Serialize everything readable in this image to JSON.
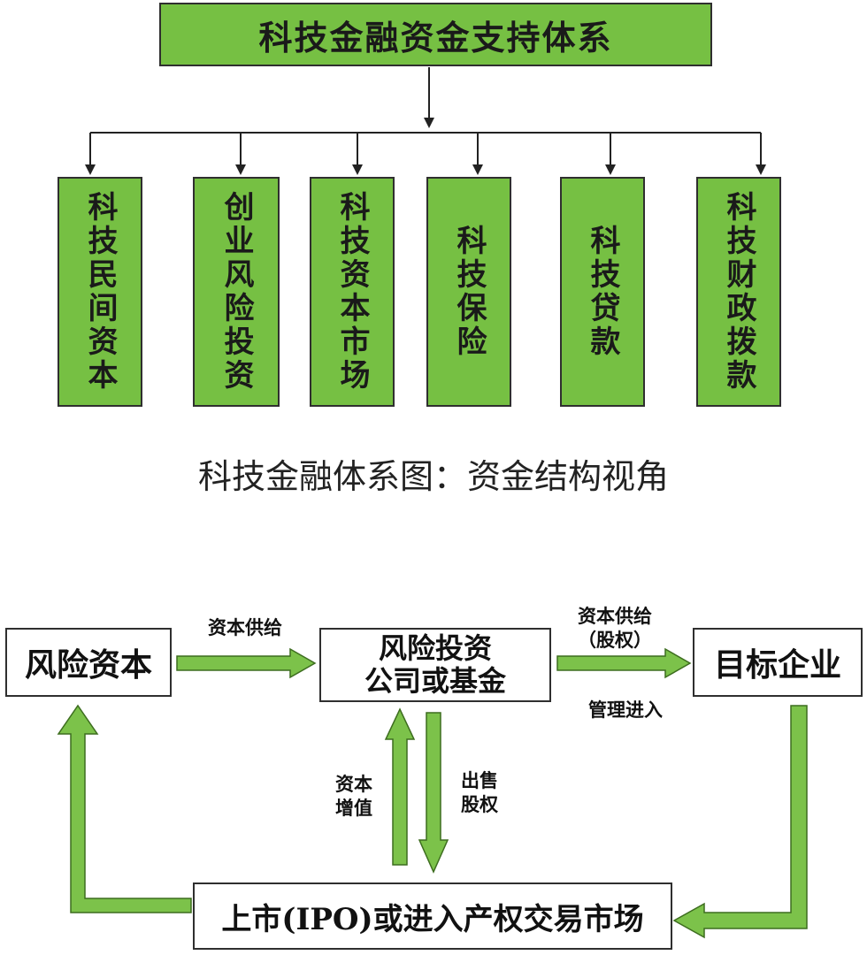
{
  "colors": {
    "green": "#76c043",
    "dark_green": "#4a8a22",
    "border": "#2f2f2f"
  },
  "tree": {
    "root": "科技金融资金支持体系",
    "categories": [
      "科技民间资本",
      "创业风险投资",
      "科技资本市场",
      "科技保险",
      "科技贷款",
      "科技财政拨款"
    ]
  },
  "caption": "科技金融体系图：资金结构视角",
  "flow": {
    "venture_capital": "风险资本",
    "vc_firm_line1": "风险投资",
    "vc_firm_line2": "公司或基金",
    "target": "目标企业",
    "exit": "上市(IPO)或进入产权交易市场",
    "label_supply1": "资本供给",
    "label_supply2_line1": "资本供给",
    "label_supply2_line2": "（股权）",
    "label_manage": "管理进入",
    "label_appreciation_line1": "资本",
    "label_appreciation_line2": "增值",
    "label_sell_line1": "出售",
    "label_sell_line2": "股权"
  }
}
